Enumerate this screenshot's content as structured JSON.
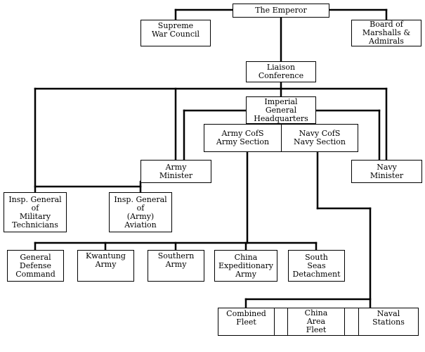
{
  "nodes": {
    "emperor": "The Emperor",
    "supreme_war_council": "Supreme\nWar Council",
    "board_marshals": "Board of\nMarshalls &\nAdmirals",
    "liaison_conference": "Liaison\nConference",
    "imperial_hq": "Imperial\nGeneral\nHeadquarters",
    "army_cofs": "Army CofS\nArmy Section",
    "navy_cofs": "Navy CofS\nNavy Section",
    "army_minister": "Army\nMinister",
    "navy_minister": "Navy\nMinister",
    "insp_military_technicians": "Insp. General\nof\nMilitary\nTechnicians",
    "insp_army_aviation": "Insp. General\nof\n(Army)\nAviation",
    "general_defense_command": "General\nDefense\nCommand",
    "kwantung_army": "Kwantung\nArmy",
    "southern_army": "Southern\nArmy",
    "china_expeditionary_army": "China\nExpeditionary\nArmy",
    "south_seas_detachment": "South\nSeas\nDetachment",
    "combined_fleet": "Combined\nFleet",
    "china_area_fleet": "China\nArea\nFleet",
    "naval_stations": "Naval\nStations"
  }
}
